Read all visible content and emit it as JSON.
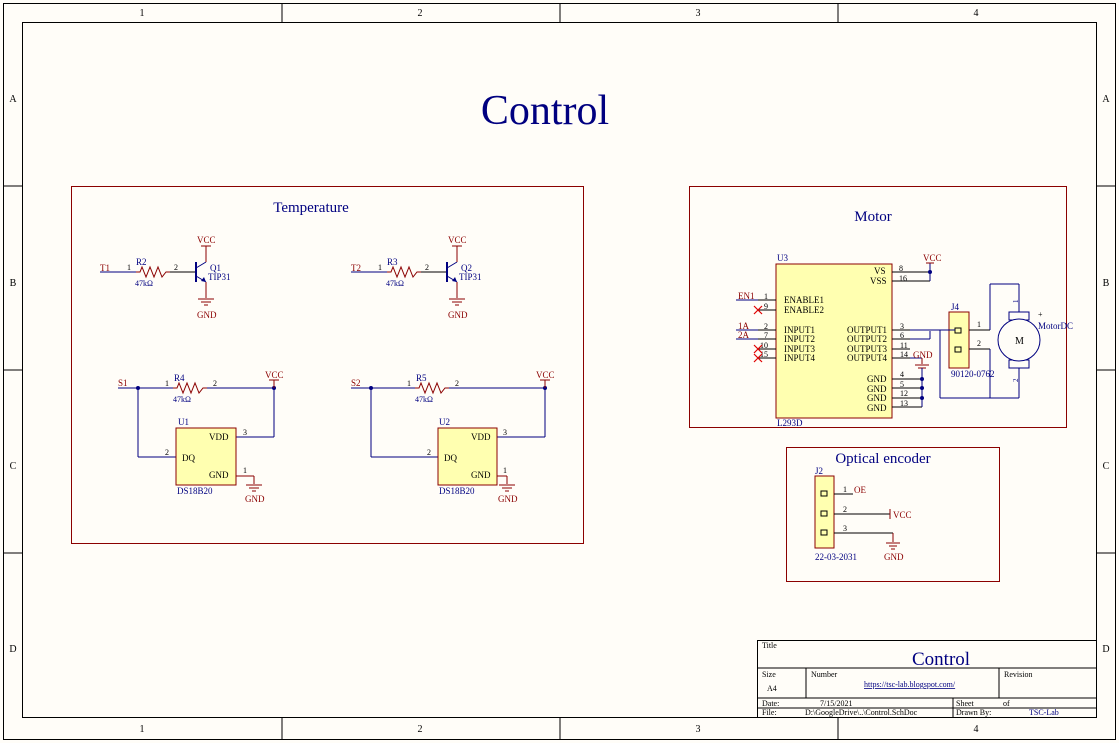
{
  "frame": {
    "columns": [
      "1",
      "2",
      "3",
      "4"
    ],
    "rows": [
      "A",
      "B",
      "C",
      "D"
    ]
  },
  "sheet_title": "Control",
  "temperature": {
    "title": "Temperature",
    "ch1": {
      "net_in": "T1",
      "r_ref": "R2",
      "r_val": "47kΩ",
      "pin1": "1",
      "pin2": "2",
      "q_ref": "Q1",
      "q_part": "TIP31",
      "vcc": "VCC",
      "gnd": "GND"
    },
    "ch2": {
      "net_in": "T2",
      "r_ref": "R3",
      "r_val": "47kΩ",
      "pin1": "1",
      "pin2": "2",
      "q_ref": "Q2",
      "q_part": "TIP31",
      "vcc": "VCC",
      "gnd": "GND"
    },
    "s1": {
      "net": "S1",
      "r_ref": "R4",
      "r_val": "47kΩ",
      "pin1": "1",
      "pin2": "2",
      "vcc": "VCC",
      "u_ref": "U1",
      "vdd": "VDD",
      "dq": "DQ",
      "gnd_pin": "GND",
      "pin_vdd": "3",
      "pin_dq": "2",
      "pin_gnd": "1",
      "part": "DS18B20",
      "gnd": "GND"
    },
    "s2": {
      "net": "S2",
      "r_ref": "R5",
      "r_val": "47kΩ",
      "pin1": "1",
      "pin2": "2",
      "vcc": "VCC",
      "u_ref": "U2",
      "vdd": "VDD",
      "dq": "DQ",
      "gnd_pin": "GND",
      "pin_vdd": "3",
      "pin_dq": "2",
      "pin_gnd": "1",
      "part": "DS18B20",
      "gnd": "GND"
    }
  },
  "motor": {
    "title": "Motor",
    "u_ref": "U3",
    "part": "L293D",
    "vcc": "VCC",
    "gnd": "GND",
    "left_pins": [
      {
        "net": "EN1",
        "num": "1",
        "name": "ENABLE1"
      },
      {
        "net": "",
        "num": "9",
        "name": "ENABLE2"
      },
      {
        "net": "1A",
        "num": "2",
        "name": "INPUT1"
      },
      {
        "net": "2A",
        "num": "7",
        "name": "INPUT2"
      },
      {
        "net": "",
        "num": "10",
        "name": "INPUT3"
      },
      {
        "net": "",
        "num": "15",
        "name": "INPUT4"
      }
    ],
    "right_top": [
      {
        "num": "8",
        "name": "VS"
      },
      {
        "num": "16",
        "name": "VSS"
      }
    ],
    "right_out": [
      {
        "num": "3",
        "name": "OUTPUT1"
      },
      {
        "num": "6",
        "name": "OUTPUT2"
      },
      {
        "num": "11",
        "name": "OUTPUT3"
      },
      {
        "num": "14",
        "name": "OUTPUT4"
      }
    ],
    "right_gnd": [
      {
        "num": "4",
        "name": "GND"
      },
      {
        "num": "5",
        "name": "GND"
      },
      {
        "num": "12",
        "name": "GND"
      },
      {
        "num": "13",
        "name": "GND"
      }
    ],
    "j_ref": "J4",
    "j_part": "90120-0762",
    "j_pin1": "1",
    "j_pin2": "2",
    "m_ref": "MotorDC",
    "m_label": "M",
    "m_pin1": "1",
    "m_pin2": "2",
    "plus": "+"
  },
  "encoder": {
    "title": "Optical encoder",
    "j_ref": "J2",
    "part": "22-03-2031",
    "pins": [
      {
        "num": "1",
        "net": "OE"
      },
      {
        "num": "2",
        "net": "VCC"
      },
      {
        "num": "3",
        "net": "GND"
      }
    ]
  },
  "title_block": {
    "title_label": "Title",
    "title": "Control",
    "size_label": "Size",
    "size": "A4",
    "number_label": "Number",
    "url": "https://tsc-lab.blogspot.com/",
    "revision_label": "Revision",
    "date_label": "Date:",
    "date": "7/15/2021",
    "sheet_label": "Sheet",
    "of_label": "of",
    "file_label": "File:",
    "file": "D:\\GoogleDrive\\..\\Control.SchDoc",
    "drawn_label": "Drawn By:",
    "drawn": "TSC-Lab"
  }
}
